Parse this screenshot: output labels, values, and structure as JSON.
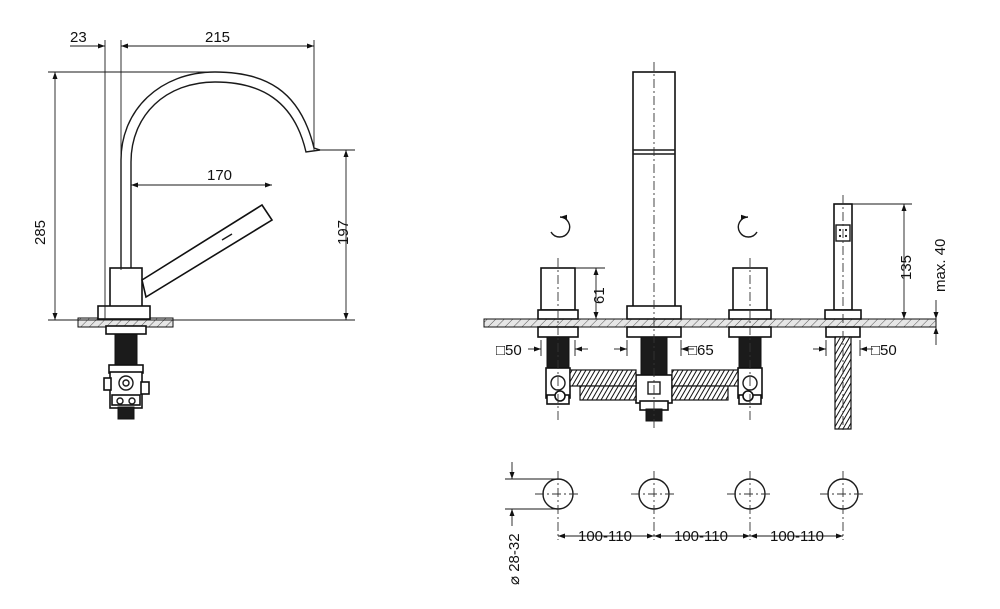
{
  "side_view": {
    "dim_23": "23",
    "dim_215": "215",
    "dim_170": "170",
    "dim_285": "285",
    "dim_197": "197"
  },
  "front_view": {
    "dim_61": "61",
    "dim_135": "135",
    "dim_max40": "max. 40",
    "square_50_left": "□50",
    "square_65": "□65",
    "square_50_right": "□50"
  },
  "hole_layout": {
    "diameter": "⌀ 28-32",
    "spacing_1": "100-110",
    "spacing_2": "100-110",
    "spacing_3": "100-110"
  }
}
